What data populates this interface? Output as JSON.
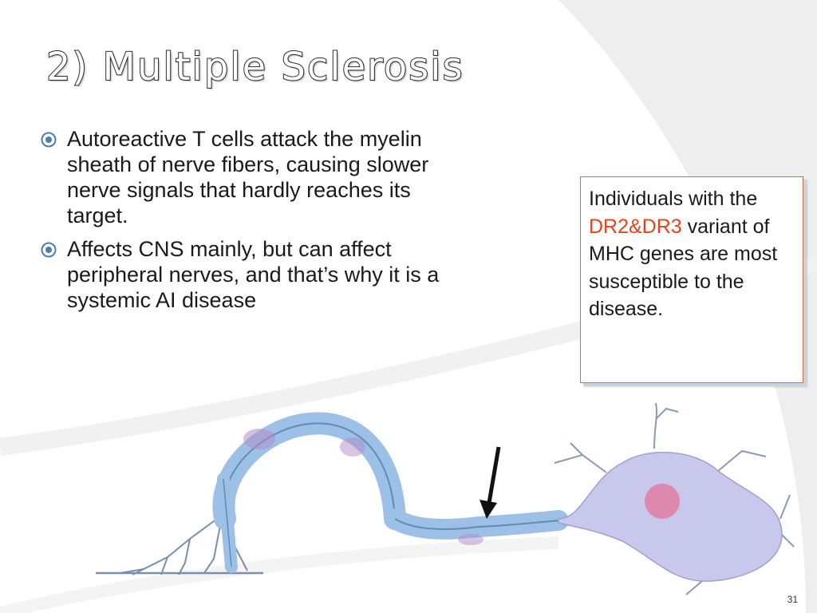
{
  "slide": {
    "title": "2) Multiple Sclerosis",
    "slide_number": "31",
    "bullets": [
      {
        "text": "Autoreactive T cells attack the myelin sheath of nerve fibers, causing slower nerve signals that hardly reaches its target."
      },
      {
        "text": "Affects CNS mainly, but can affect peripheral nerves, and that’s why it is a systemic AI disease"
      }
    ],
    "callout": {
      "text_before": "Individuals  with the ",
      "highlight": "DR2&DR3",
      "text_after": " variant of  MHC genes are most susceptible to the disease."
    }
  },
  "colors": {
    "callout_border": "#e2693c",
    "highlight_text": "#e8431a",
    "bullet_icon": "#4a7eb0",
    "myelin": "#9dc0e6",
    "cell_body": "#c8c8ec",
    "nucleus": "#e07ca2"
  },
  "icons": {
    "bullet": "circled-dot-icon",
    "arrow": "arrow-down-icon"
  }
}
